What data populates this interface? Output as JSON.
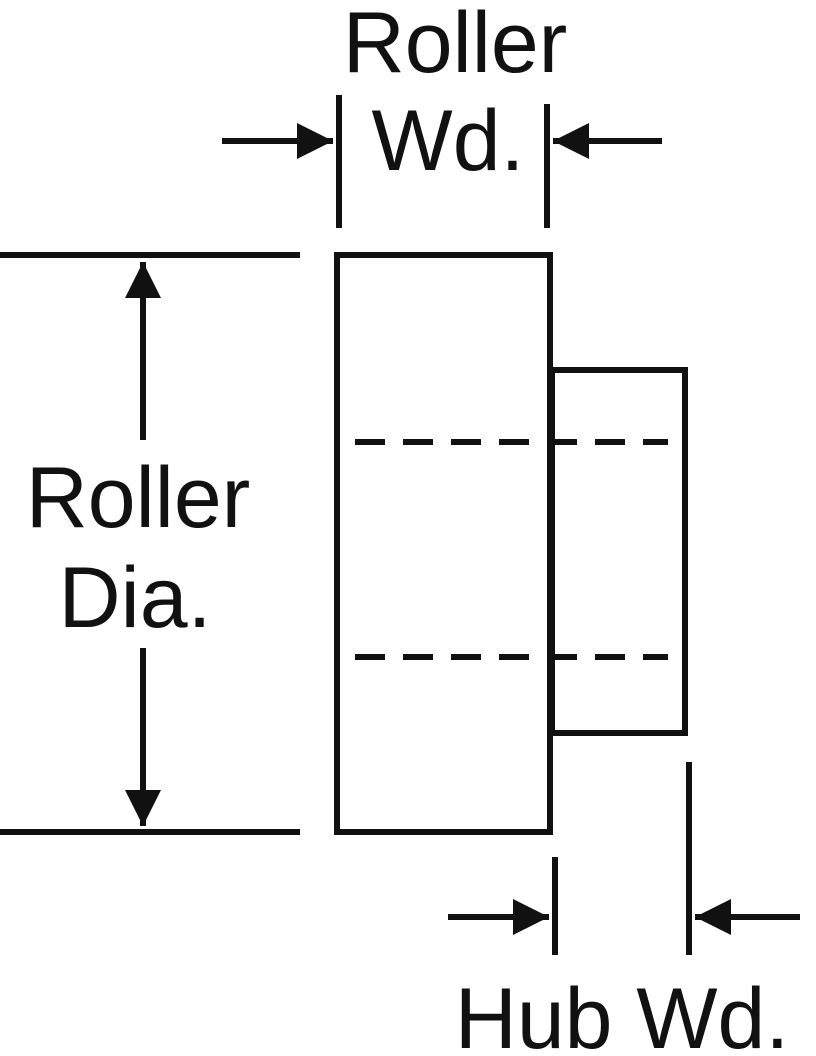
{
  "labels": {
    "roller_wd_line1": "Roller",
    "roller_wd_line2": "Wd.",
    "roller_dia_line1": "Roller",
    "roller_dia_line2": "Dia.",
    "hub_wd": "Hub Wd."
  },
  "colors": {
    "stroke": "#111111",
    "background": "#ffffff"
  }
}
